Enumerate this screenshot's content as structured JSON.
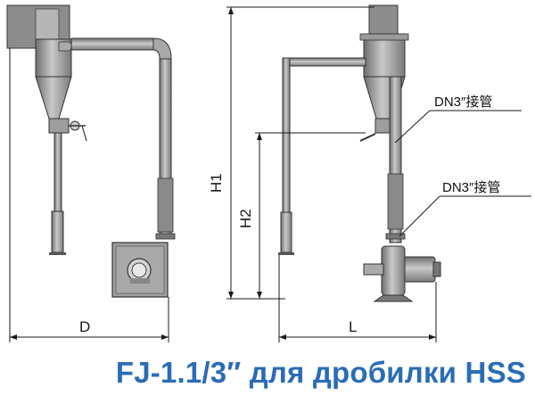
{
  "diagram": {
    "dimensions": {
      "left_width": "D",
      "right_width": "L",
      "total_height": "H1",
      "inlet_height": "H2"
    },
    "callouts": [
      {
        "label": "DN3″接管"
      },
      {
        "label": "DN3″接管"
      }
    ],
    "caption": "FJ-1.1/3″ для дробилки HSS",
    "colors": {
      "line": "#1a1a1a",
      "metal": "#9a9a9a",
      "metal_dark": "#6d6d6d",
      "caption": "#2b6cb6"
    }
  }
}
